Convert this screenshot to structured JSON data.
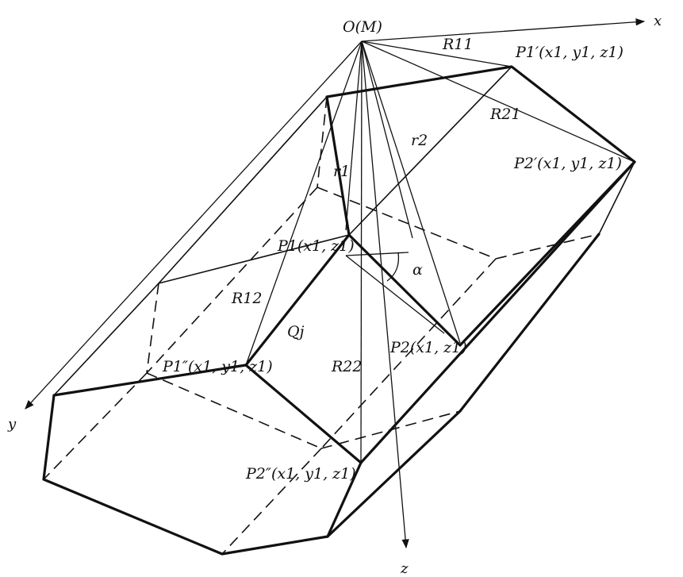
{
  "labels": {
    "origin": "O(M)",
    "axis_x": "x",
    "axis_y": "y",
    "axis_z": "z",
    "R11": "R11",
    "R21": "R21",
    "R12": "R12",
    "R22": "R22",
    "r1": "r1",
    "r2": "r2",
    "alpha": "α",
    "Qj": "Qj",
    "P1prime": "P1′(x1, y1, z1)",
    "P2prime": "P2′(x1, y1, z1)",
    "P1": "P1(x1, z1)",
    "P2": "P2(x1, z1)",
    "P1dprime": "P1″(x1, y1, z1)",
    "P2dprime": "P2″(x1, y1, z1)"
  }
}
